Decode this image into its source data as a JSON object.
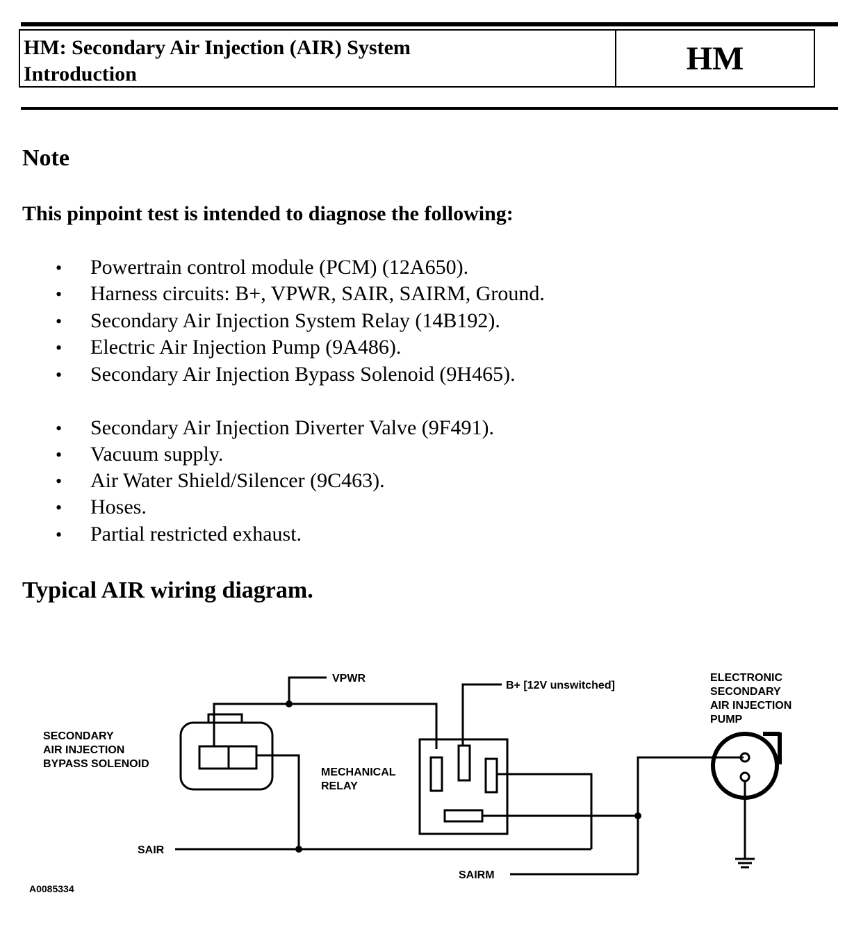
{
  "header": {
    "title_line1": "HM: Secondary Air Injection (AIR) System",
    "title_line2": "Introduction",
    "code": "HM"
  },
  "note": {
    "heading": "Note",
    "intro": "This pinpoint test is intended to diagnose the following:"
  },
  "bullets": [
    "Powertrain control module (PCM) (12A650).",
    "Harness circuits: B+, VPWR, SAIR, SAIRM, Ground.",
    "Secondary Air Injection System Relay (14B192).",
    "Electric Air Injection Pump (9A486).",
    "Secondary Air Injection Bypass Solenoid (9H465).",
    "Secondary Air Injection Diverter Valve (9F491).",
    "Vacuum supply.",
    "Air Water Shield/Silencer (9C463).",
    "Hoses.",
    "Partial restricted exhaust."
  ],
  "diagram": {
    "heading": "Typical AIR wiring diagram.",
    "labels": {
      "vpwr": "VPWR",
      "bplus": "B+ [12V unswitched]",
      "solenoid": [
        "SECONDARY",
        "AIR INJECTION",
        "BYPASS SOLENOID"
      ],
      "relay": [
        "MECHANICAL",
        "RELAY"
      ],
      "pump": [
        "ELECTRONIC",
        "SECONDARY",
        "AIR INJECTION",
        "PUMP"
      ],
      "sair": "SAIR",
      "sairm": "SAIRM",
      "figure_id": "A0085334"
    }
  }
}
